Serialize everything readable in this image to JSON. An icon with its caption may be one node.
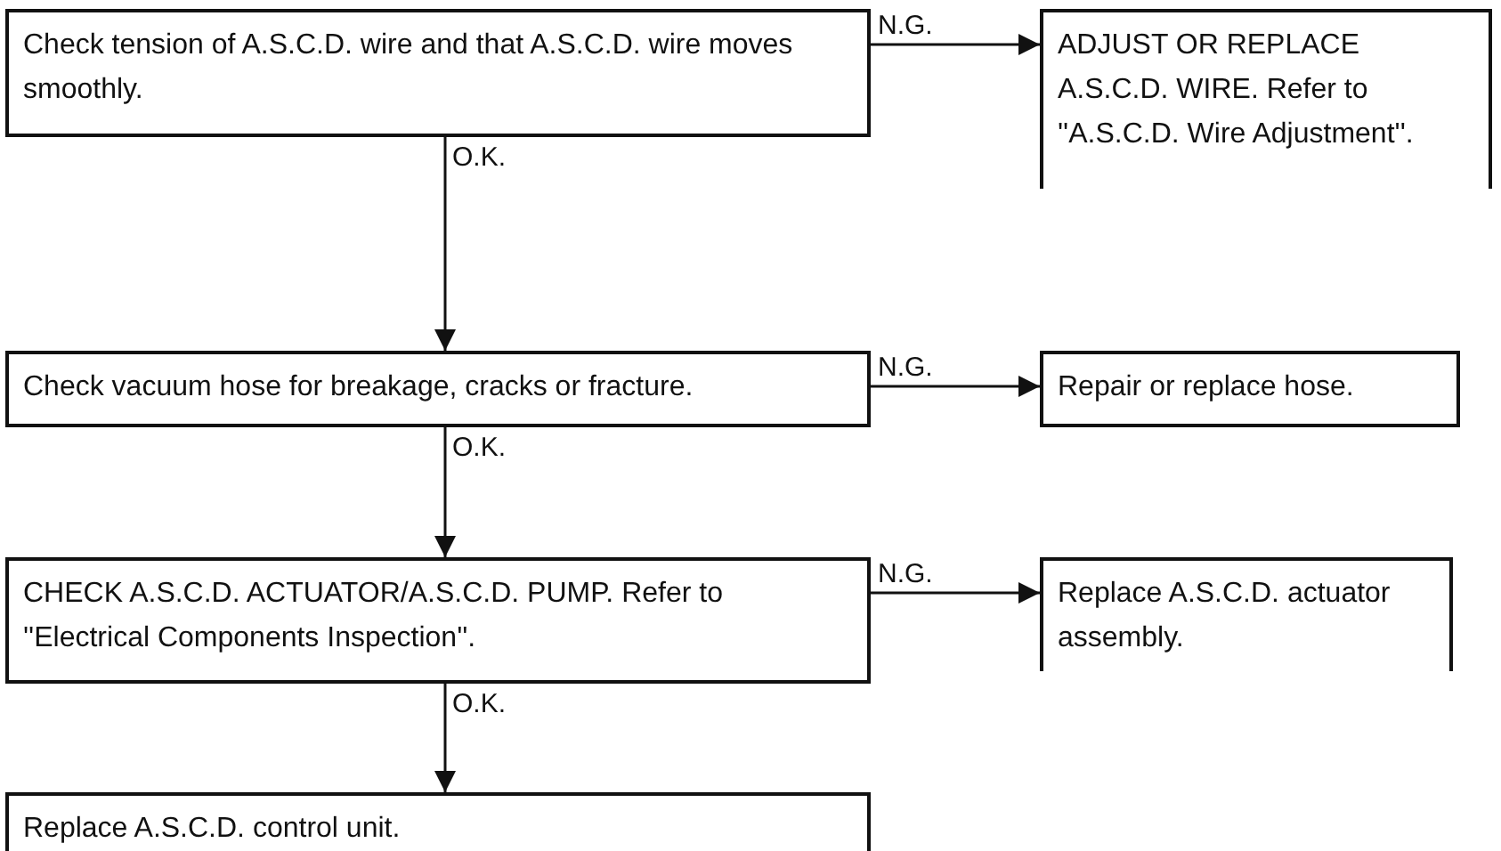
{
  "diagram": {
    "nodes": [
      {
        "text": [
          "Check tension of A.S.C.D. wire and that A.S.C.D. wire moves smoothly."
        ]
      },
      {
        "text": [
          "ADJUST OR REPLACE A.S.C.D. WIRE. Refer to ''A.S.C.D. Wire Adjustment''."
        ]
      },
      {
        "text": [
          "Check vacuum hose for breakage, cracks or fracture."
        ]
      },
      {
        "text": [
          "Repair or replace hose."
        ]
      },
      {
        "text": [
          "CHECK A.S.C.D. ACTUATOR/A.S.C.D. PUMP. Refer to ''Electrical Components Inspection''."
        ]
      },
      {
        "text": [
          "Replace A.S.C.D. actuator assembly."
        ]
      },
      {
        "text": [
          "Replace A.S.C.D. control unit."
        ]
      }
    ],
    "edges": [
      {
        "from": 0,
        "to": 1,
        "arrow": "to",
        "label": "N.G."
      },
      {
        "from": 0,
        "to": 2,
        "arrow": "to",
        "label": "O.K."
      },
      {
        "from": 2,
        "to": 3,
        "arrow": "to",
        "label": "N.G."
      },
      {
        "from": 2,
        "to": 4,
        "arrow": "to",
        "label": "O.K."
      },
      {
        "from": 4,
        "to": 5,
        "arrow": "to",
        "label": "N.G."
      },
      {
        "from": 4,
        "to": 6,
        "arrow": "to",
        "label": "O.K."
      }
    ]
  }
}
